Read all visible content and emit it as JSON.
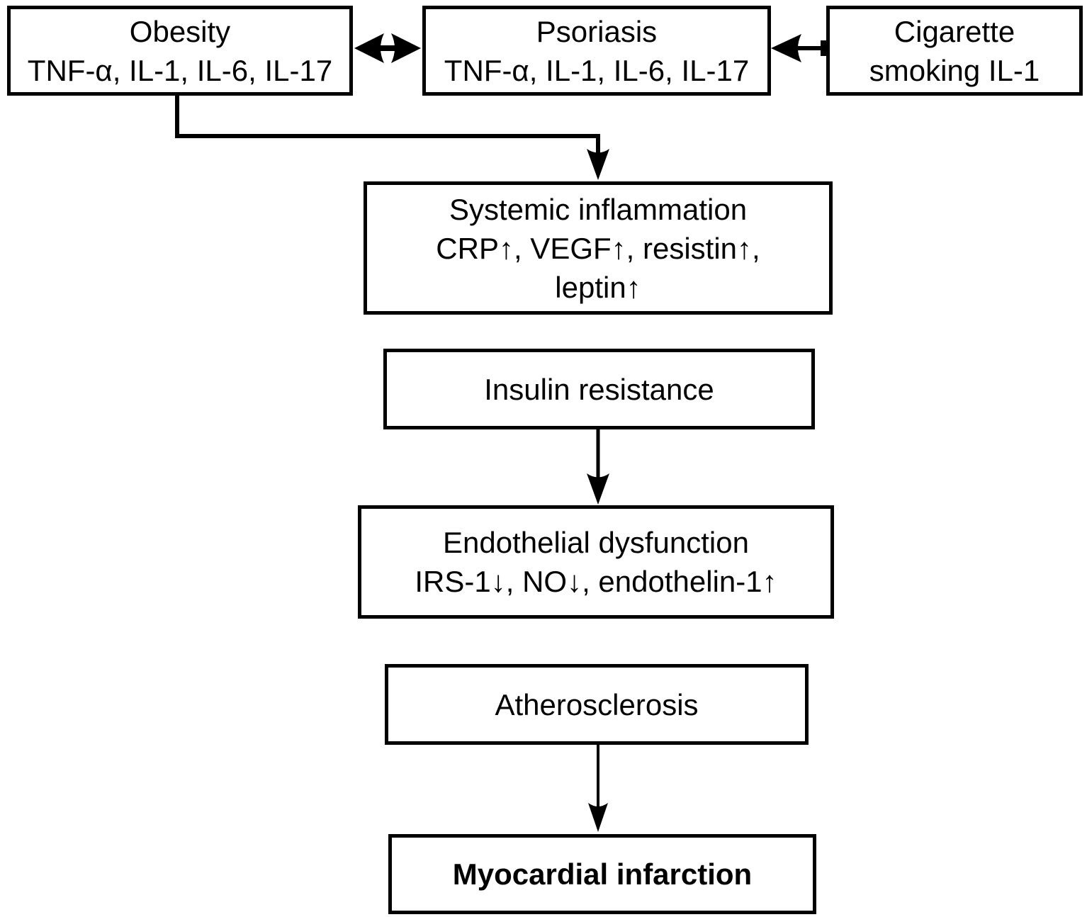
{
  "figure": {
    "background_color": "#ffffff",
    "line_color": "#000000",
    "text_color": "#000000"
  },
  "nodes": {
    "obesity": {
      "title": "Obesity",
      "subtitle": "TNF-α, IL-1, IL-6, IL-17"
    },
    "psoriasis": {
      "title": "Psoriasis",
      "subtitle": "TNF-α, IL-1, IL-6, IL-17"
    },
    "smoking": {
      "title": "Cigarette",
      "subtitle": "smoking IL-1"
    },
    "inflammation": {
      "title": "Systemic inflammation",
      "subtitle": "CRP↑, VEGF↑, resistin↑,",
      "subtitle2": "leptin↑"
    },
    "insulin": {
      "title": "Insulin resistance"
    },
    "endothelial": {
      "title": "Endothelial dysfunction",
      "subtitle": "IRS-1↓, NO↓, endothelin-1↑"
    },
    "atherosclerosis": {
      "title": "Atherosclerosis"
    },
    "infarction": {
      "title": "Myocardial infarction"
    }
  },
  "edges": [
    {
      "from": "obesity",
      "to": "psoriasis",
      "type": "double-headed-arrow"
    },
    {
      "from": "smoking",
      "to": "psoriasis",
      "type": "arrow"
    },
    {
      "from": "obesity",
      "to": "inflammation",
      "type": "elbow-arrow"
    },
    {
      "from": "insulin",
      "to": "endothelial",
      "type": "arrow"
    },
    {
      "from": "atherosclerosis",
      "to": "infarction",
      "type": "arrow"
    }
  ]
}
